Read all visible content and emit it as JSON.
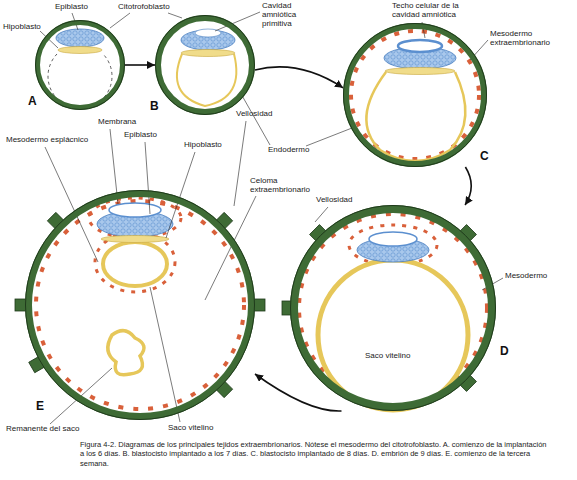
{
  "diagram": {
    "caption": "Figura 4-2. Diagramas de los principales tejidos extraembrionarios. Nótese el mesodermo del citotrofoblasto. A. comienzo de la implantación a los 6 días. B. blastocisto implantado a los 7 días. C. blastocisto implantado de 8 días. D. embrión de 9 días. E. comienzo de la tercera semana.",
    "nodes": [
      {
        "text": [
          "A"
        ]
      },
      {
        "text": [
          "B"
        ]
      },
      {
        "text": [
          "C"
        ]
      },
      {
        "text": [
          "D"
        ]
      },
      {
        "text": [
          "E"
        ]
      }
    ],
    "edges": [
      {
        "from": 0,
        "to": 1,
        "arrow": "to"
      },
      {
        "from": 1,
        "to": 2,
        "arrow": "to"
      },
      {
        "from": 2,
        "to": 3,
        "arrow": "to"
      },
      {
        "from": 3,
        "to": 4,
        "arrow": "to"
      }
    ],
    "labels": [
      "Epiblasto",
      "Hipoblasto",
      "Citotrofoblasto",
      "Cavidad amniótica primitiva",
      "Techo celular de la cavidad amniótica",
      "Mesodermo extraembrionario",
      "Endodermo",
      "Membrana",
      "Epiblasto",
      "Vellosidad",
      "Hipoblasto",
      "Mesodermo esplácnico",
      "Celoma extraembrionario",
      "Vellosidad",
      "Mesodermo",
      "Saco vitelino",
      "Remanente del saco",
      "Saco vitelino"
    ]
  }
}
